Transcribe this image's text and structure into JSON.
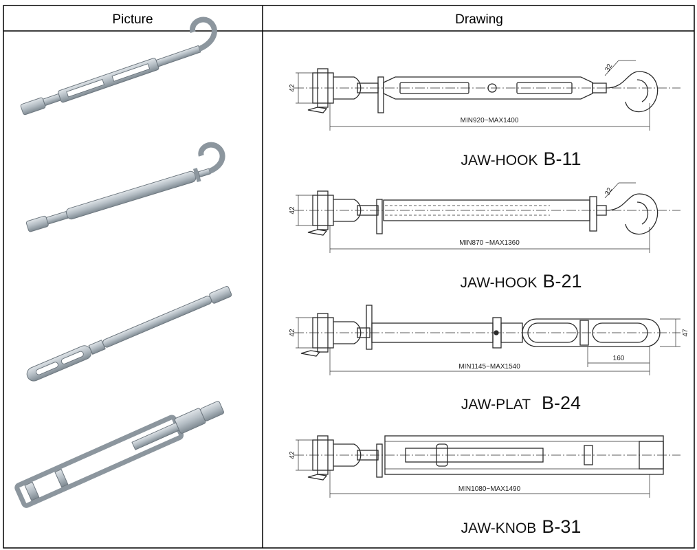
{
  "table": {
    "headers": {
      "picture": "Picture",
      "drawing": "Drawing"
    },
    "rows": [
      {
        "kind": "hook",
        "name": "JAW-HOOK",
        "code": "B-11",
        "dim_range": "MIN920~MAX1400",
        "dim_height": "42",
        "dim_hook": "32"
      },
      {
        "kind": "hook_tube",
        "name": "JAW-HOOK",
        "code": "B-21",
        "dim_range": "MIN870 ~MAX1360",
        "dim_height": "42",
        "dim_hook": "32"
      },
      {
        "kind": "plate",
        "name": "JAW-PLAT",
        "code": "B-24",
        "dim_range": "MIN1145~MAX1540",
        "dim_height": "42",
        "dim_width": "47",
        "dim_slot": "160"
      },
      {
        "kind": "knob",
        "name": "JAW-KNOB",
        "code": "B-31",
        "dim_range": "MIN1080~MAX1490",
        "dim_height": "42"
      }
    ]
  },
  "colors": {
    "line": "#000000",
    "steel": "#b9c1c7",
    "steel_dark": "#7f8a92",
    "drawing": "#2a2a2a"
  }
}
